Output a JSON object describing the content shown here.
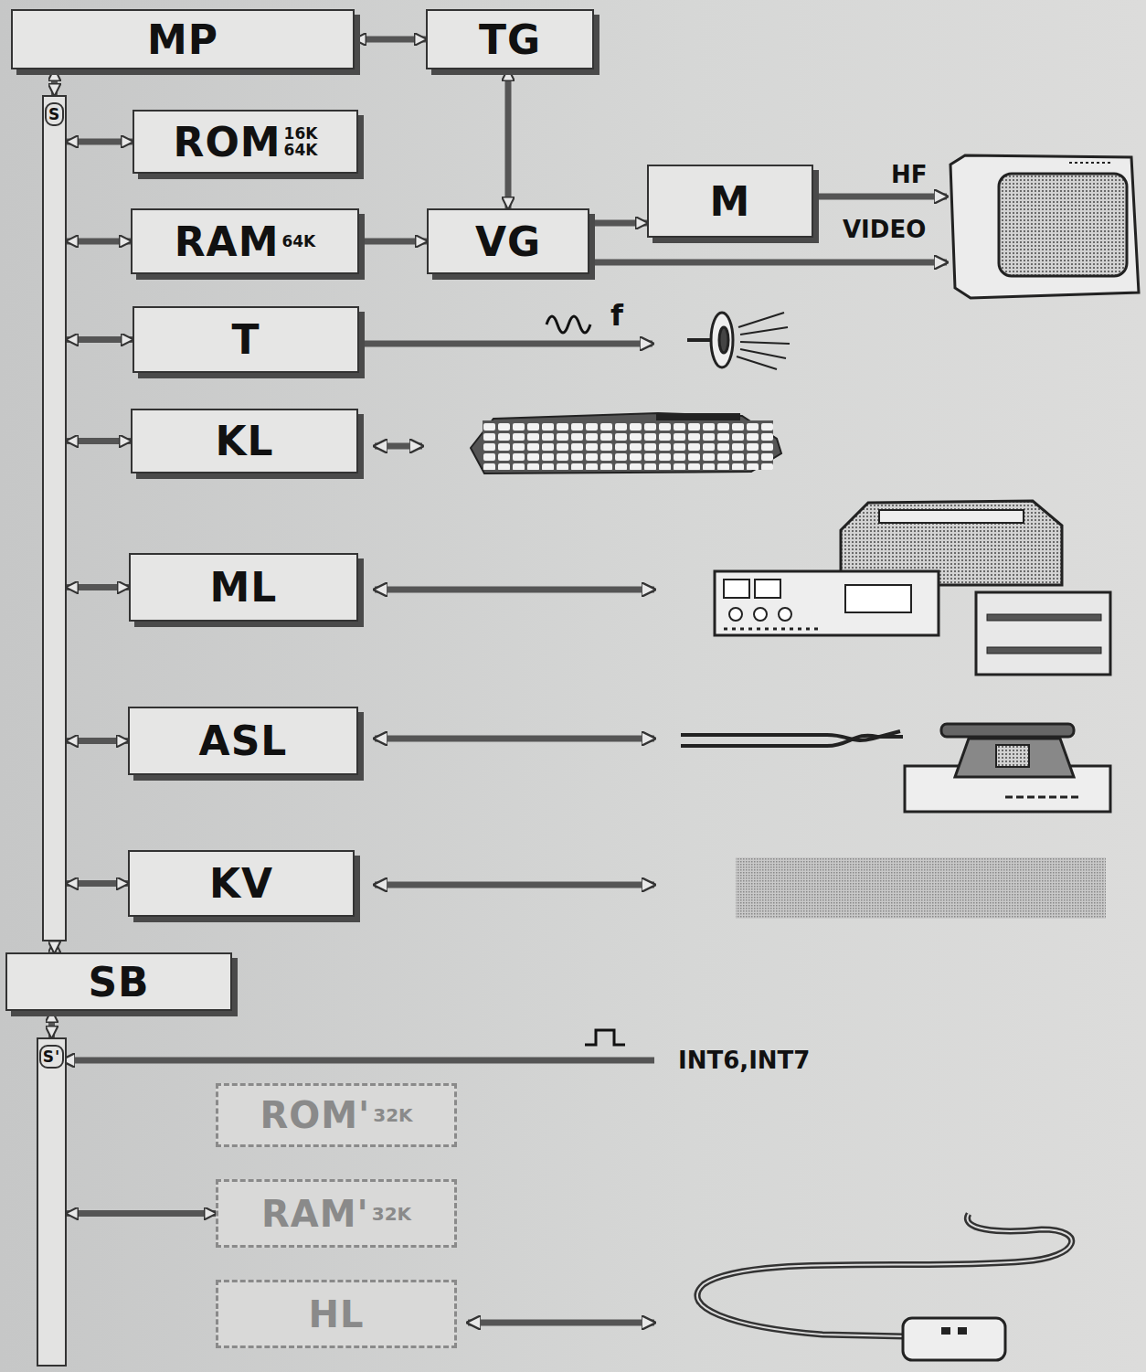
{
  "diagram": {
    "nodes": [
      {
        "text": [
          "MP"
        ]
      },
      {
        "text": [
          "TG"
        ]
      },
      {
        "text": [
          "S"
        ]
      },
      {
        "text": [
          "ROM",
          "16K",
          "64K"
        ]
      },
      {
        "text": [
          "RAM",
          "64K"
        ]
      },
      {
        "text": [
          "VG"
        ]
      },
      {
        "text": [
          "M"
        ]
      },
      {
        "text": [
          "T"
        ]
      },
      {
        "text": [
          "KL"
        ]
      },
      {
        "text": [
          "ML"
        ]
      },
      {
        "text": [
          "ASL"
        ]
      },
      {
        "text": [
          "KV"
        ]
      },
      {
        "text": [
          "SB"
        ]
      },
      {
        "text": [
          "S'"
        ]
      },
      {
        "text": [
          "ROM'",
          "32K"
        ]
      },
      {
        "text": [
          "RAM'",
          "32K"
        ]
      },
      {
        "text": [
          "HL"
        ]
      }
    ],
    "edges": [
      {
        "from": 0,
        "to": 1,
        "arrow": "both"
      },
      {
        "from": 1,
        "to": 5,
        "arrow": "both"
      },
      {
        "from": 2,
        "to": 0,
        "arrow": "both"
      },
      {
        "from": 2,
        "to": 3,
        "arrow": "both"
      },
      {
        "from": 2,
        "to": 4,
        "arrow": "both"
      },
      {
        "from": 4,
        "to": 5,
        "arrow": "to"
      },
      {
        "from": 5,
        "to": 6,
        "arrow": "to"
      },
      {
        "from": 2,
        "to": 7,
        "arrow": "both"
      },
      {
        "from": 2,
        "to": 8,
        "arrow": "both"
      },
      {
        "from": 2,
        "to": 9,
        "arrow": "both"
      },
      {
        "from": 2,
        "to": 10,
        "arrow": "both"
      },
      {
        "from": 2,
        "to": 11,
        "arrow": "both"
      },
      {
        "from": 2,
        "to": 12,
        "arrow": "both"
      },
      {
        "from": 12,
        "to": 13,
        "arrow": "both"
      },
      {
        "from": 13,
        "to": 15,
        "arrow": "both"
      }
    ],
    "labels": [
      "HF",
      "VIDEO",
      "f",
      "INT6,INT7"
    ]
  }
}
